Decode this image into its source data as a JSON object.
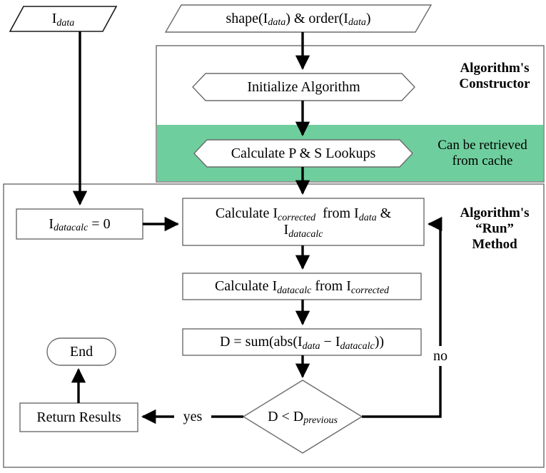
{
  "diagram": {
    "title": "Algorithm flowchart",
    "colors": {
      "green_band": "#6FCE9D",
      "stroke_thin": "#6b6b6b",
      "stroke_arrow": "#000000",
      "background": "#ffffff"
    },
    "containers": [
      {
        "id": "constructor",
        "label_lines": [
          "Algorithm's",
          "Constructor"
        ],
        "label_text": "Algorithm's Constructor"
      },
      {
        "id": "run-method",
        "label_lines": [
          "Algorithm's",
          "“Run”",
          "Method"
        ],
        "label_text": "Algorithm's “Run” Method"
      }
    ],
    "nodes": {
      "input_idata": {
        "shape": "parallelogram",
        "text_html": "I<sub>data</sub>",
        "text": "I_data"
      },
      "input_shape_order": {
        "shape": "parallelogram",
        "text_html": "shape(I<sub>data</sub>) &amp; order(I<sub>data</sub>)",
        "text": "shape(I_data) & order(I_data)"
      },
      "initialize_algorithm": {
        "shape": "hexagon",
        "text_html": "Initialize Algorithm",
        "text": "Initialize Algorithm"
      },
      "calculate_lookups": {
        "shape": "hexagon",
        "text_html": "Calculate P &amp; S Lookups",
        "text": "Calculate P & S Lookups"
      },
      "cache_note": {
        "shape": "text",
        "lines": [
          "Can be retrieved",
          "from cache"
        ],
        "text": "Can be retrieved from cache"
      },
      "init_datacalc": {
        "shape": "rect",
        "text_html": "I<sub>datacalc</sub> = 0",
        "text": "I_datacalc = 0"
      },
      "calc_corrected": {
        "shape": "rect",
        "line1_html": "Calculate I<sub>corrected</sub>&nbsp; from I<sub>data</sub> &amp;",
        "line2_html": "I<sub>datacalc</sub>",
        "text": "Calculate I_corrected from I_data & I_datacalc"
      },
      "calc_datacalc": {
        "shape": "rect",
        "text_html": "Calculate I<sub>datacalc</sub> from I<sub>corrected</sub>",
        "text": "Calculate I_datacalc from I_corrected"
      },
      "calc_d": {
        "shape": "rect",
        "text_html": "D = sum(abs(I<sub>data</sub> − I<sub>datacalc</sub>))",
        "text": "D = sum(abs(I_data - I_datacalc))"
      },
      "decision": {
        "shape": "diamond",
        "text_html": "D &lt; D<sub>previous</sub>",
        "text": "D < D_previous"
      },
      "return_results": {
        "shape": "rect",
        "text_html": "Return Results",
        "text": "Return Results"
      },
      "end": {
        "shape": "stadium",
        "text_html": "End",
        "text": "End"
      }
    },
    "edge_labels": {
      "yes": "yes",
      "no": "no"
    }
  }
}
